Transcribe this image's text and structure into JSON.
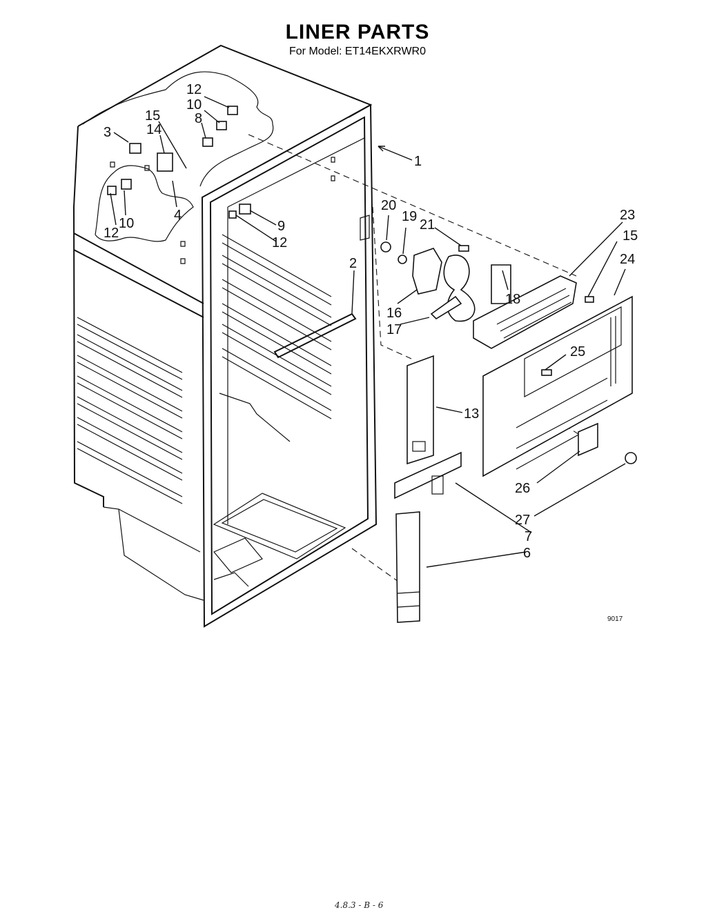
{
  "header": {
    "title": "LINER PARTS",
    "model_line": "For Model: ET14EKXRWR0"
  },
  "callouts": [
    {
      "id": "c1",
      "label": "1"
    },
    {
      "id": "c2",
      "label": "2"
    },
    {
      "id": "c3",
      "label": "3"
    },
    {
      "id": "c4",
      "label": "4"
    },
    {
      "id": "c6",
      "label": "6"
    },
    {
      "id": "c7",
      "label": "7"
    },
    {
      "id": "c8",
      "label": "8"
    },
    {
      "id": "c9",
      "label": "9"
    },
    {
      "id": "c10a",
      "label": "10"
    },
    {
      "id": "c10b",
      "label": "10"
    },
    {
      "id": "c12a",
      "label": "12"
    },
    {
      "id": "c12b",
      "label": "12"
    },
    {
      "id": "c12c",
      "label": "12"
    },
    {
      "id": "c13",
      "label": "13"
    },
    {
      "id": "c14",
      "label": "14"
    },
    {
      "id": "c15a",
      "label": "15"
    },
    {
      "id": "c15b",
      "label": "15"
    },
    {
      "id": "c16",
      "label": "16"
    },
    {
      "id": "c17",
      "label": "17"
    },
    {
      "id": "c18",
      "label": "18"
    },
    {
      "id": "c19",
      "label": "19"
    },
    {
      "id": "c20",
      "label": "20"
    },
    {
      "id": "c21",
      "label": "21"
    },
    {
      "id": "c23",
      "label": "23"
    },
    {
      "id": "c24",
      "label": "24"
    },
    {
      "id": "c25",
      "label": "25"
    },
    {
      "id": "c26",
      "label": "26"
    },
    {
      "id": "c27",
      "label": "27"
    }
  ],
  "figure_number": "9017",
  "page_footer": "4.8.3 - B - 6"
}
